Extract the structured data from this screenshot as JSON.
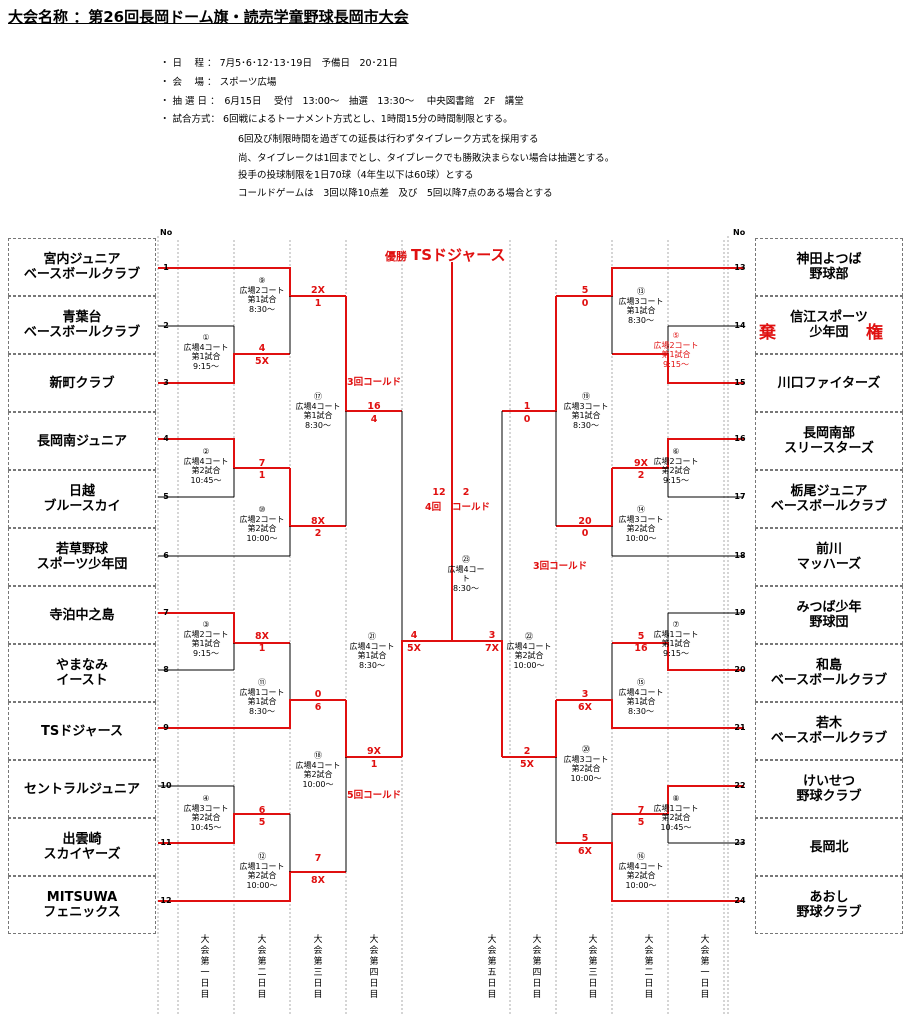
{
  "title": "大会名称 ：第26回長岡ドーム旗・読売学童野球長岡市大会",
  "info": {
    "schedule": "・ 日　 程 ： 7月5･6･12･13･19日　予備日　20･21日",
    "venue": "・ 会　 場 ： スポーツ広場",
    "draw": "・ 抽 選 日 ：　6月15日　 受付　13:00～　抽選　13:30～　 中央図書館　2F　講堂",
    "format": "・ 試合方式： 6回戦によるトーナメント方式とし、1時間15分の時間制限とする。",
    "note1": "6回及び制限時間を過ぎての延長は行わずタイブレーク方式を採用する",
    "note2": "尚、タイブレークは1回までとし、タイブレークでも勝敗決まらない場合は抽選とする。",
    "note3": "投手の投球制限を1日70球（4年生以下は60球）とする",
    "note4": "コールドゲームは　3回以降10点差　及び　5回以降7点のある場合とする"
  },
  "no_header_left": "No",
  "no_header_right": "No",
  "winner_label": "優勝",
  "winner_team": "TSドジャース",
  "teams_left": [
    {
      "no": "1",
      "name": "宮内ジュニア\nベースボールクラブ"
    },
    {
      "no": "2",
      "name": "青葉台\nベースボールクラブ"
    },
    {
      "no": "3",
      "name": "新町クラブ"
    },
    {
      "no": "4",
      "name": "長岡南ジュニア"
    },
    {
      "no": "5",
      "name": "日越\nブルースカイ"
    },
    {
      "no": "6",
      "name": "若草野球\nスポーツ少年団"
    },
    {
      "no": "7",
      "name": "寺泊中之島"
    },
    {
      "no": "8",
      "name": "やまなみ\nイースト"
    },
    {
      "no": "9",
      "name": "TSドジャース"
    },
    {
      "no": "10",
      "name": "セントラルジュニア"
    },
    {
      "no": "11",
      "name": "出雲崎\nスカイヤーズ"
    },
    {
      "no": "12",
      "name": "MITSUWA\nフェニックス"
    }
  ],
  "teams_right": [
    {
      "no": "13",
      "name": "神田よつば\n野球部"
    },
    {
      "no": "14",
      "name": "信江スポーツ\n少年団"
    },
    {
      "no": "15",
      "name": "川口ファイターズ"
    },
    {
      "no": "16",
      "name": "長岡南部\nスリースターズ"
    },
    {
      "no": "17",
      "name": "栃尾ジュニア\nベースボールクラブ"
    },
    {
      "no": "18",
      "name": "前川\nマッハーズ"
    },
    {
      "no": "19",
      "name": "みつば少年\n野球団"
    },
    {
      "no": "20",
      "name": "和島\nベースボールクラブ"
    },
    {
      "no": "21",
      "name": "若木\nベースボールクラブ"
    },
    {
      "no": "22",
      "name": "けいせつ\n野球クラブ"
    },
    {
      "no": "23",
      "name": "長岡北"
    },
    {
      "no": "24",
      "name": "あおし\n野球クラブ"
    }
  ],
  "forfeit_left": "棄",
  "forfeit_right": "権",
  "matches": [
    {
      "text": "①\n広場4コート\n第1試合\n9:15～"
    },
    {
      "text": "②\n広場4コート\n第2試合\n10:45～"
    },
    {
      "text": "③\n広場2コート\n第1試合\n9:15～"
    },
    {
      "text": "④\n広場3コート\n第2試合\n10:45～"
    },
    {
      "text": "⑤\n広場2コート\n第1試合\n9:15～"
    },
    {
      "text": "⑥\n広場2コート\n第2試合\n9:15～"
    },
    {
      "text": "⑦\n広場1コート\n第1試合\n9:15～"
    },
    {
      "text": "⑧\n広場1コート\n第2試合\n10:45～"
    },
    {
      "text": "⑨\n広場2コート\n第1試合\n8:30～"
    },
    {
      "text": "⑩\n広場2コート\n第2試合\n10:00～"
    },
    {
      "text": "⑪\n広場1コート\n第1試合\n8:30～"
    },
    {
      "text": "⑫\n広場1コート\n第2試合\n10:00～"
    },
    {
      "text": "⑬\n広場3コート\n第1試合\n8:30～"
    },
    {
      "text": "⑭\n広場3コート\n第2試合\n10:00～"
    },
    {
      "text": "⑮\n広場4コート\n第1試合\n8:30～"
    },
    {
      "text": "⑯\n広場4コート\n第2試合\n10:00～"
    },
    {
      "text": "⑰\n広場4コート\n第1試合\n8:30～"
    },
    {
      "text": "⑱\n広場4コート\n第2試合\n10:00～"
    },
    {
      "text": "⑲\n広場3コート\n第1試合\n8:30～"
    },
    {
      "text": "⑳\n広場3コート\n第2試合\n10:00～"
    },
    {
      "text": "㉑\n広場4コート\n第1試合\n8:30～"
    },
    {
      "text": "㉒\n広場4コート\n第2試合\n10:00～"
    },
    {
      "text": "㉓\n広場4コー\nト\n8:30～"
    }
  ],
  "scores": [
    "4",
    "5X",
    "7",
    "1",
    "8X",
    "1",
    "6",
    "5",
    "2X",
    "1",
    "8X",
    "2",
    "0",
    "6",
    "7",
    "8X",
    "16",
    "4",
    "9X",
    "1",
    "4",
    "5X",
    "12",
    "2",
    "3",
    "7X",
    "5",
    "0",
    "9X",
    "2",
    "5",
    "16",
    "7",
    "5",
    "20",
    "0",
    "3",
    "6X",
    "5",
    "6X",
    "1",
    "0",
    "2",
    "5X"
  ],
  "notes": {
    "left_round3_cold": "3回コールド",
    "left_round4_cold": "5回コールド",
    "final_cold": "4回",
    "final_cold2": "コールド",
    "right_round3_cold": "3回コールド"
  },
  "day_labels_left": [
    "大\n会\n第\n一\n日\n目",
    "大\n会\n第\n二\n日\n目",
    "大\n会\n第\n三\n日\n目",
    "大\n会\n第\n四\n日\n目"
  ],
  "day_labels_right": [
    "大\n会\n第\n五\n日\n目",
    "大\n会\n第\n四\n日\n目",
    "大\n会\n第\n三\n日\n目",
    "大\n会\n第\n二\n日\n目",
    "大\n会\n第\n一\n日\n目"
  ],
  "colors": {
    "accent": "#e01010",
    "line": "#000000"
  }
}
